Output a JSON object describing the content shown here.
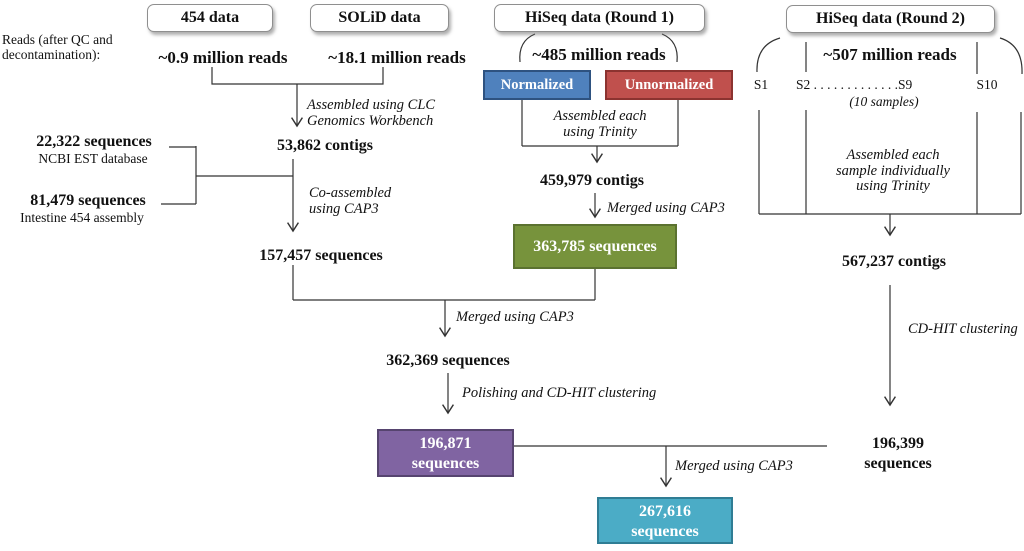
{
  "header": {
    "reads_label_line1": "Reads (after QC and",
    "reads_label_line2": "decontamination):"
  },
  "datasets": [
    {
      "label": "454 data",
      "reads": "~0.9 million reads"
    },
    {
      "label": "SOLiD data",
      "reads": "~18.1 million reads"
    },
    {
      "label": "HiSeq data (Round 1)",
      "reads": "~485 million reads"
    },
    {
      "label": "HiSeq data (Round 2)",
      "reads": "~507 million reads"
    }
  ],
  "hiseq1": {
    "normalized_label": "Normalized",
    "unnormalized_label": "Unnormalized"
  },
  "hiseq2": {
    "sample_first": "S1",
    "sample_range": "S2 . . . . . . . . . . . . .S9",
    "sample_last": "S10",
    "samples_note": "(10 samples)"
  },
  "external_inputs": [
    {
      "count": "22,322 sequences",
      "source": "NCBI EST database"
    },
    {
      "count": "81,479 sequences",
      "source": "Intestine 454 assembly"
    }
  ],
  "nodes": {
    "clc_contigs": "53,862 contigs",
    "coassembled_sequences": "157,457 sequences",
    "trinity_contigs": "459,979 contigs",
    "round1_merged": "363,785 sequences",
    "mid_merged": "362,369 sequences",
    "polished": {
      "line1": "196,871",
      "line2": "sequences"
    },
    "round2_contigs": "567,237 contigs",
    "round2_clustered": {
      "line1": "196,399",
      "line2": "sequences"
    },
    "final": {
      "line1": "267,616",
      "line2": "sequences"
    }
  },
  "processes": {
    "clc": {
      "line1": "Assembled using CLC",
      "line2": "Genomics Workbench"
    },
    "co_assembled": {
      "line1": "Co-assembled",
      "line2": "using CAP3"
    },
    "trinity_each": {
      "line1": "Assembled each",
      "line2": "using Trinity"
    },
    "merged_cap3_round1": "Merged using CAP3",
    "merged_cap3_mid": "Merged using CAP3",
    "polishing": "Polishing and CD-HIT clustering",
    "merged_cap3_final": "Merged using CAP3",
    "cd_hit": "CD-HIT clustering",
    "trinity_individual": {
      "line1": "Assembled each",
      "line2": "sample individually",
      "line3": "using Trinity"
    }
  },
  "colors": {
    "normalized_fill": "#4f81bd",
    "normalized_border": "#2e5280",
    "unnormalized_fill": "#c0504d",
    "unnormalized_border": "#8c3330",
    "green_fill": "#77933c",
    "green_border": "#5b7230",
    "purple_fill": "#8064a2",
    "purple_border": "#56446f",
    "teal_fill": "#4bacc6",
    "teal_border": "#2f7d94",
    "line_color": "#333333"
  }
}
